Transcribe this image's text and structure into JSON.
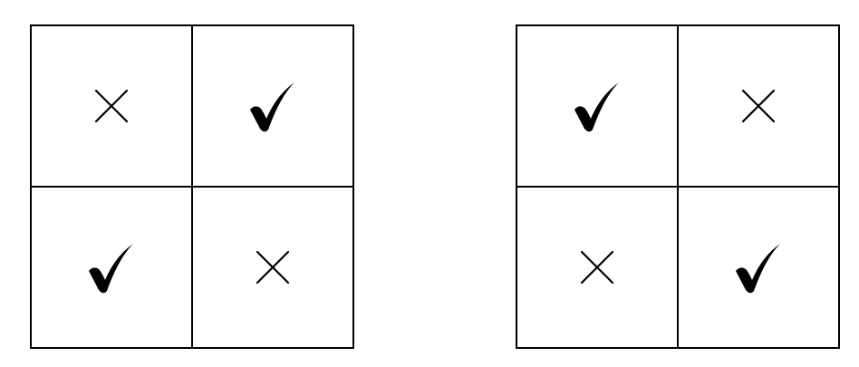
{
  "grids": [
    {
      "marks": [
        [
          "cross",
          "check"
        ],
        [
          "check",
          "cross"
        ]
      ]
    },
    {
      "marks": [
        [
          "check",
          "cross"
        ],
        [
          "cross",
          "check"
        ]
      ]
    }
  ],
  "colors": {
    "line": "#000000",
    "background": "#ffffff"
  }
}
